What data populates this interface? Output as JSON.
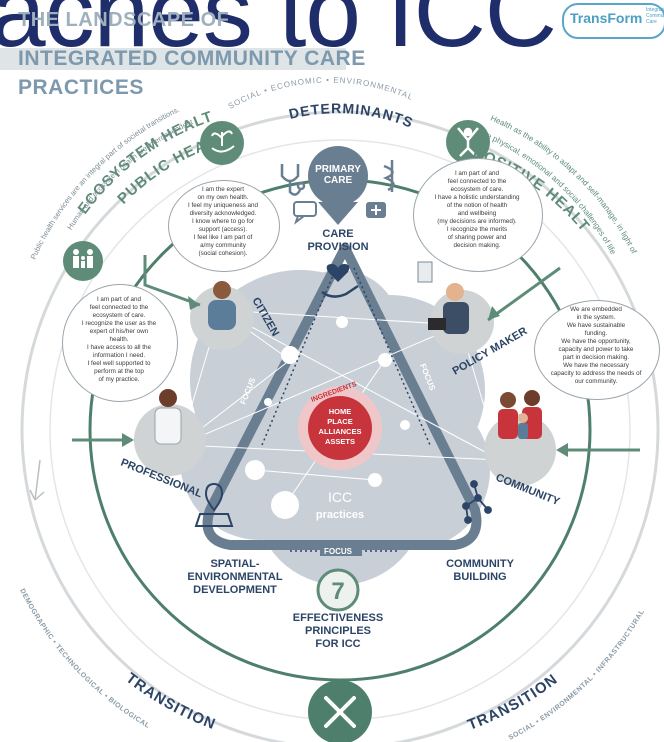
{
  "header": {
    "overlay_title": "aches to ICC",
    "line1": "THE LANDSCAPE OF",
    "line2": "INTEGRATED COMMUNITY CARE",
    "line3": "PRACTICES"
  },
  "logo": {
    "name": "TransForm",
    "subtitle": "Integrated Community Care"
  },
  "arcs": {
    "determinants_small": "SOCIAL • ECONOMIC • ENVIRONMENTAL",
    "determinants": "DETERMINANTS",
    "public_health_note": "Public health services are an integral part of societal transitions.",
    "eco_note": "Human and ecosystem health are interdependent",
    "ecosystem_health": "ECOSYSTEM HEALTH",
    "public_health": "PUBLIC HEALTH",
    "positive_health": "POSITIVE HEALTH",
    "positive_note1": "Health as the ability to adapt and self-manage, in light of",
    "positive_note2": "the physical, emotional and social challenges of life",
    "transitions_left": "TRANSITIONS",
    "transitions_left_small": "DEMOGRAPHIC • TECHNOLOGICAL • BIOLOGICAL",
    "transitions_right": "TRANSITIONS",
    "transitions_right_small": "SOCIAL • ENVIRONMENTAL • INFRASTRUCTURAL"
  },
  "hub": {
    "primary_care": "PRIMARY CARE",
    "care_provision_1": "CARE",
    "care_provision_2": "PROVISION",
    "spatial_1": "SPATIAL- ENVIRONMENTAL",
    "spatial_2": "DEVELOPMENT",
    "community_building_1": "COMMUNITY",
    "community_building_2": "BUILDING",
    "focus_left": "FOCUS",
    "focus_right": "FOCUS",
    "focus_bottom": "FOCUS",
    "ingredients": "INGREDIENTS",
    "ingredient_items": [
      "HOME",
      "PLACE",
      "ALLIANCES",
      "ASSETS"
    ],
    "icc_1": "ICC",
    "icc_2": "practices",
    "effectiveness_number": "7",
    "effectiveness_1": "EFFECTIVENESS",
    "effectiveness_2": "PRINCIPLES",
    "effectiveness_3": "FOR ICC"
  },
  "actors": {
    "citizen": "CITIZEN",
    "policy_maker": "POLICY MAKER",
    "professional": "PROFESSIONAL",
    "community": "COMMUNITY"
  },
  "bubbles": {
    "citizen": "I am the expert\non my own health.\nI feel my uniqueness and\ndiversity acknowledged.\nI know where to go for\nsupport (access).\nI feel like I am part of\na/my community\n(social cohesion).",
    "policy_maker": "I am part of and\nfeel connected to the\necosystem of care.\nI have a holistic understanding\nof the notion of health\nand wellbeing\n(my decisions are informed).\nI recognize the merits\nof sharing power and\ndecision making.",
    "professional": "I am part of and\nfeel connected to the\necosystem of care.\nI recognize the user as the\nexpert of his/her own\nhealth.\nI have access to all the\ninformation I need.\nI feel well supported to\nperform at the top\nof my practice.",
    "community": "We are embedded\nin the system.\nWe have sustainable\nfunding.\nWe have the opportunity,\ncapacity and power to take\npart in decision making.\nWe have the necessary\ncapacity to address the needs of\nour community."
  },
  "colors": {
    "navy": "#2c4566",
    "green": "#5e8c78",
    "teal": "#4e7f6c",
    "grey_circle": "#cfd3d4",
    "cloud": "#c4ccd3",
    "red": "#c8343c",
    "slate": "#6a7e92"
  },
  "icons": [
    "stethoscope-icon",
    "caduceus-icon",
    "chat-icon",
    "medical-kit-icon",
    "heart-hand-icon",
    "location-icon",
    "network-icon",
    "tools-icon",
    "plant-hand-icon",
    "family-icon",
    "person-joy-icon"
  ]
}
